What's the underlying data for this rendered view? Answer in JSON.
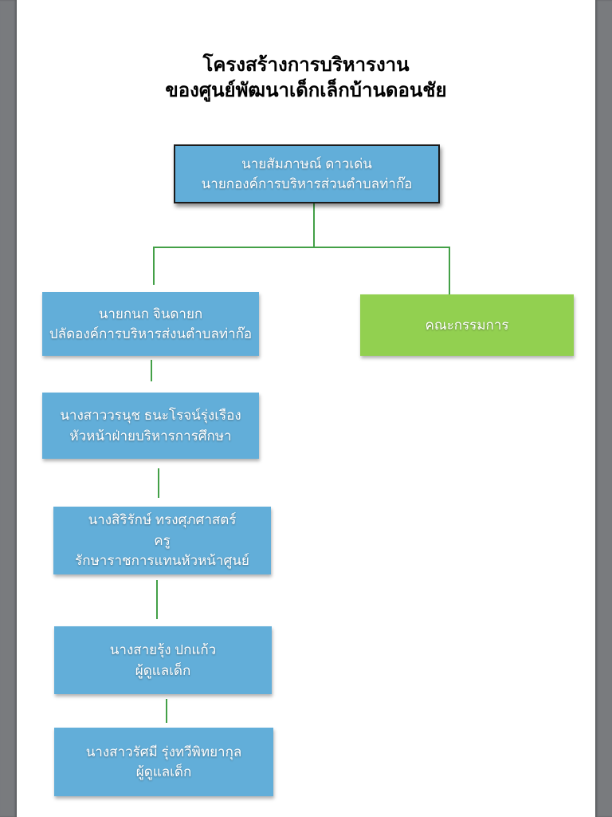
{
  "page": {
    "background": "#ffffff",
    "gutter_color": "#797b7e"
  },
  "colors": {
    "box_blue": "#62aed9",
    "box_green": "#92d050",
    "connector_green": "#43a047",
    "top_box_border": "#1b1b1b",
    "box_text": "#ffffff",
    "title_text": "#000000"
  },
  "title": {
    "line1": "โครงสร้างการบริหารงาน",
    "line2": "ของศูนย์พัฒนาเด็กเล็กบ้านดอนชัย"
  },
  "org_chart": {
    "nodes": [
      {
        "id": "chairman",
        "style": "blue-bordered",
        "lines": [
          "นายสัมภาษณ์  ดาวเด่น",
          "นายกองค์การบริหารส่วนตำบลท่าก๊อ"
        ]
      },
      {
        "id": "deputy",
        "style": "blue",
        "lines": [
          "นายกนก  จินดายก",
          "ปลัดองค์การบริหารส่งนตำบลท่าก๊อ"
        ]
      },
      {
        "id": "committee",
        "style": "green",
        "lines": [
          "คณะกรรมการ"
        ]
      },
      {
        "id": "education-head",
        "style": "blue",
        "lines": [
          "นางสาววรนุช  ธนะโรจน์รุ่งเรือง",
          "หัวหน้าฝ่ายบริหารการศึกษา"
        ]
      },
      {
        "id": "acting-head-teacher",
        "style": "blue",
        "lines": [
          "นางสิริรักษ์ ทรงศุภศาสตร์",
          "ครู",
          "รักษาราชการแทนหัวหน้าศูนย์"
        ]
      },
      {
        "id": "caretaker-1",
        "style": "blue",
        "lines": [
          "นางสายรุ้ง ปกแก้ว",
          "ผู้ดูแลเด็ก"
        ]
      },
      {
        "id": "caretaker-2",
        "style": "blue",
        "lines": [
          "นางสาวรัศมี รุ่งทวีพิทยากุล",
          "ผู้ดูแลเด็ก"
        ]
      }
    ]
  }
}
